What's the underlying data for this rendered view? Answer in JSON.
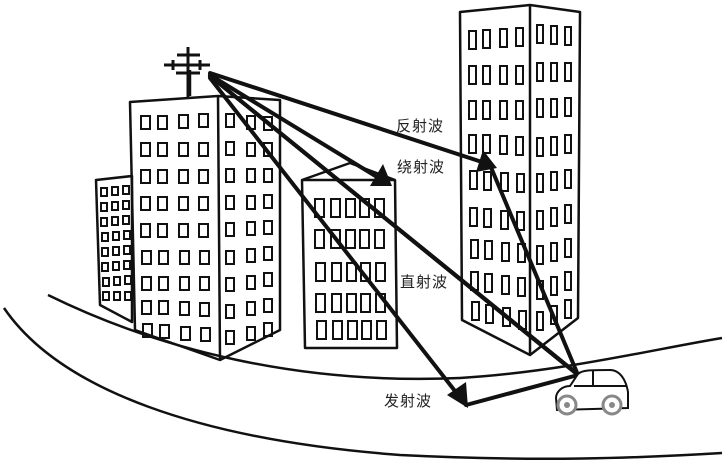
{
  "diagram": {
    "title": "",
    "labels": {
      "reflected": "反射波",
      "diffracted": "绕射波",
      "direct": "直射波",
      "transmitted": "发射波"
    },
    "elements": [
      "antenna",
      "building-left-small",
      "building-left-tall",
      "building-center",
      "building-right-tower",
      "road",
      "car"
    ],
    "colors": {
      "stroke": "#111111",
      "background": "#ffffff",
      "wheel": "#888888"
    }
  }
}
